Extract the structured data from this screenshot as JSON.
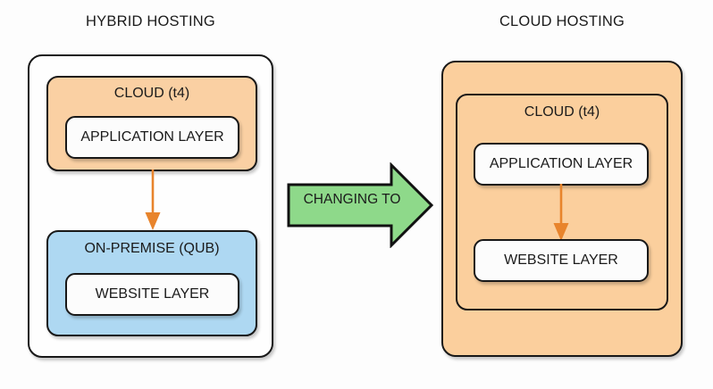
{
  "diagram": {
    "background_color": "#fdfdfd",
    "palette": {
      "cloud_orange": "#fbcf9d",
      "onprem_blue": "#aed8f2",
      "changing_green": "#8ed98a",
      "connector_orange": "#e8842c",
      "outline": "#181818",
      "layer_white": "#fcfcfc"
    },
    "left_panel": {
      "title": "HYBRID HOSTING",
      "outer_label": "",
      "cloud": {
        "label": "CLOUD (t4)",
        "layer": "APPLICATION LAYER"
      },
      "onprem": {
        "label": "ON-PREMISE (QUB)",
        "layer": "WEBSITE LAYER"
      }
    },
    "center": {
      "arrow_label": "CHANGING TO",
      "direction": "right"
    },
    "right_panel": {
      "title": "CLOUD HOSTING",
      "cloud": {
        "label": "CLOUD (t4)",
        "app_layer": "APPLICATION LAYER",
        "web_layer": "WEBSITE LAYER"
      }
    }
  }
}
